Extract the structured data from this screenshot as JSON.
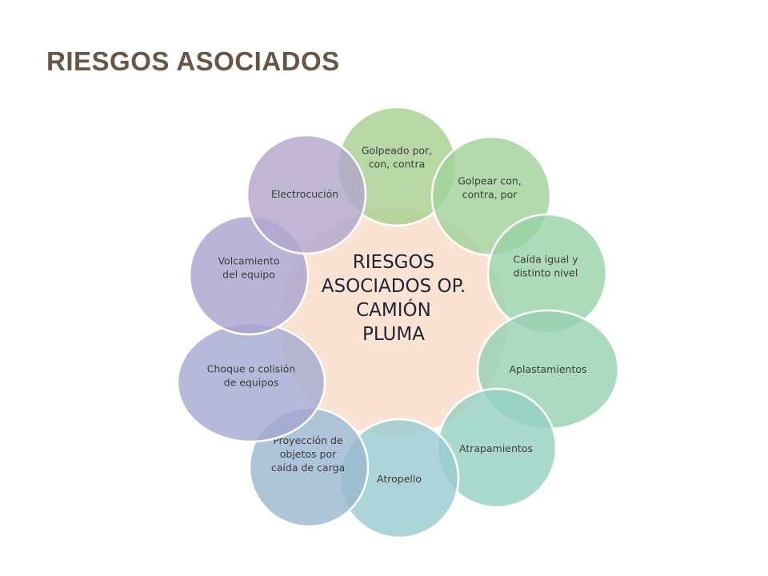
{
  "title": "RIESGOS ASOCIADOS",
  "center": {
    "lines": [
      "RIESGOS",
      "ASOCIADOS OP.",
      "CAMIÓN",
      "PLUMA"
    ],
    "fill": "#fbe3d4"
  },
  "nodes": [
    {
      "lines": [
        "Golpeado por,",
        "con, contra"
      ],
      "fill": "#a6d08e"
    },
    {
      "lines": [
        "Golpear con,",
        "contra, por"
      ],
      "fill": "#9fd198"
    },
    {
      "lines": [
        "Caída igual y",
        "distinto nivel"
      ],
      "fill": "#98d1a6"
    },
    {
      "lines": [
        "Aplastamientos"
      ],
      "fill": "#96d0b2"
    },
    {
      "lines": [
        "Atrapamientos"
      ],
      "fill": "#95cfc0"
    },
    {
      "lines": [
        "Atropello"
      ],
      "fill": "#98c9cf"
    },
    {
      "lines": [
        "Proyección de",
        "objetos por",
        "caída de carga"
      ],
      "fill": "#9ab5cf"
    },
    {
      "lines": [
        "Choque o colisión",
        "de equipos"
      ],
      "fill": "#a4a7cf"
    },
    {
      "lines": [
        "Volcamiento",
        "del equipo"
      ],
      "fill": "#a9a3cd"
    },
    {
      "lines": [
        "Electrocución"
      ],
      "fill": "#b2a5ca"
    }
  ]
}
